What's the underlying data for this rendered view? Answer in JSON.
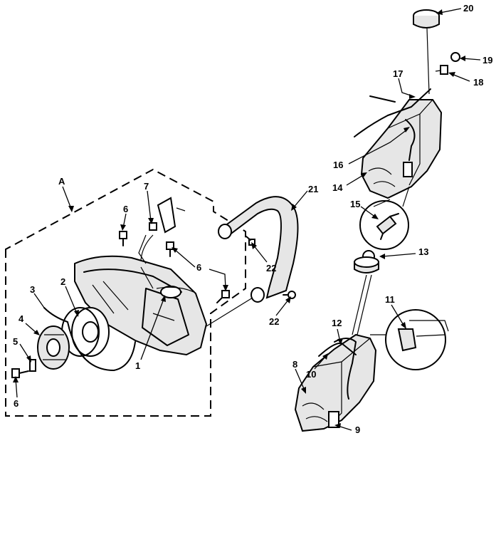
{
  "diagram": {
    "group_label": "A",
    "callouts": [
      "1",
      "2",
      "3",
      "4",
      "5",
      "6",
      "7",
      "8",
      "9",
      "10",
      "11",
      "12",
      "13",
      "14",
      "15",
      "16",
      "17",
      "18",
      "19",
      "20",
      "21",
      "22"
    ]
  }
}
